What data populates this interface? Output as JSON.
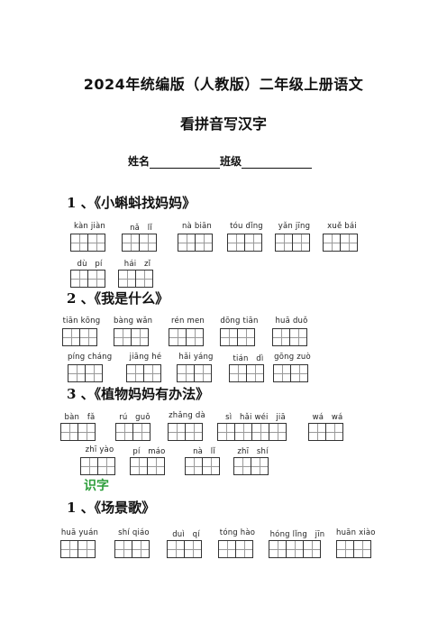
{
  "title": "2024年统编版（人教版）二年级上册语文",
  "subtitle": "看拼音写汉字",
  "info": {
    "name_label": "姓名",
    "class_label": "班级"
  },
  "sections": [
    {
      "heading": "1 、《小蝌蚪找妈妈》",
      "items": [
        {
          "pinyin": "kàn jiàn",
          "chars": 2
        },
        {
          "pinyin": "nǎ　lǐ",
          "chars": 2
        },
        {
          "pinyin": "nà biān",
          "chars": 2
        },
        {
          "pinyin": "tóu dǐng",
          "chars": 2
        },
        {
          "pinyin": "yǎn jīng",
          "chars": 2
        },
        {
          "pinyin": "xuě bái",
          "chars": 2
        },
        {
          "pinyin": "dù　pí",
          "chars": 2
        },
        {
          "pinyin": "hái　zǐ",
          "chars": 2
        }
      ]
    },
    {
      "heading": "2 、《我是什么》",
      "items": [
        {
          "pinyin": "tiān kōng",
          "chars": 2
        },
        {
          "pinyin": "bàng wǎn",
          "chars": 2
        },
        {
          "pinyin": "rén men",
          "chars": 2
        },
        {
          "pinyin": "dōng tiān",
          "chars": 2
        },
        {
          "pinyin": "huā duǒ",
          "chars": 2
        },
        {
          "pinyin": "píng cháng",
          "chars": 2
        },
        {
          "pinyin": "jiāng hé",
          "chars": 2
        },
        {
          "pinyin": "hǎi yáng",
          "chars": 2
        },
        {
          "pinyin": "tián　dì",
          "chars": 2
        },
        {
          "pinyin": "gōng zuò",
          "chars": 2
        }
      ]
    },
    {
      "heading": "3 、《植物妈妈有办法》",
      "items": [
        {
          "pinyin": "bàn　fǎ",
          "chars": 2
        },
        {
          "pinyin": "rú　guǒ",
          "chars": 2
        },
        {
          "pinyin": "zhǎng dà",
          "chars": 2
        },
        {
          "pinyin": "sì　hǎi wéi　jiā",
          "chars": 4
        },
        {
          "pinyin": "wá　wá",
          "chars": 2
        },
        {
          "pinyin": "zhī yào",
          "chars": 2
        },
        {
          "pinyin": "pí　máo",
          "chars": 2
        },
        {
          "pinyin": "nà　lǐ",
          "chars": 2
        },
        {
          "pinyin": "zhī　shí",
          "chars": 2
        }
      ]
    }
  ],
  "subheading": "识字",
  "section4": {
    "heading": "1 、《场景歌》",
    "items": [
      {
        "pinyin": "huā yuán",
        "chars": 2
      },
      {
        "pinyin": "shí qiáo",
        "chars": 2
      },
      {
        "pinyin": "duì　qí",
        "chars": 2
      },
      {
        "pinyin": "tóng hào",
        "chars": 2
      },
      {
        "pinyin": "hóng lǐng　jīn",
        "chars": 3
      },
      {
        "pinyin": "huān xiào",
        "chars": 2
      }
    ]
  }
}
